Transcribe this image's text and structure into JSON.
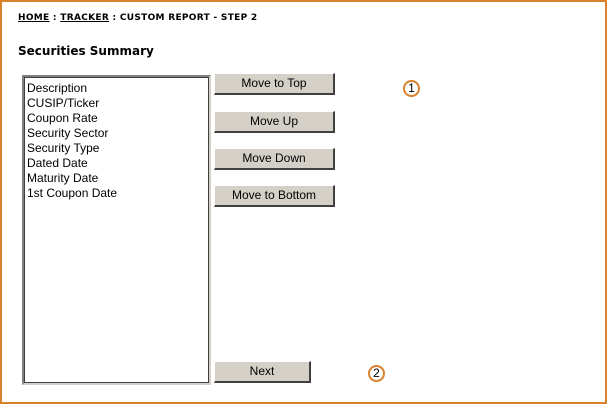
{
  "breadcrumb": {
    "home": "HOME",
    "sep1": " : ",
    "tracker": "TRACKER",
    "sep2": " : ",
    "current": "CUSTOM REPORT - STEP 2"
  },
  "page_title": "Securities Summary",
  "field_list": {
    "options": [
      "Description",
      "CUSIP/Ticker",
      "Coupon Rate",
      "Security Sector",
      "Security Type",
      "Dated Date",
      "Maturity Date",
      "1st Coupon Date"
    ]
  },
  "buttons": {
    "move_to_top": "Move to Top",
    "move_up": "Move Up",
    "move_down": "Move Down",
    "move_to_bottom": "Move to Bottom",
    "next": "Next"
  },
  "callouts": {
    "one": "1",
    "two": "2"
  },
  "colors": {
    "frame_border": "#d9822b",
    "button_face": "#d4d0c8"
  }
}
